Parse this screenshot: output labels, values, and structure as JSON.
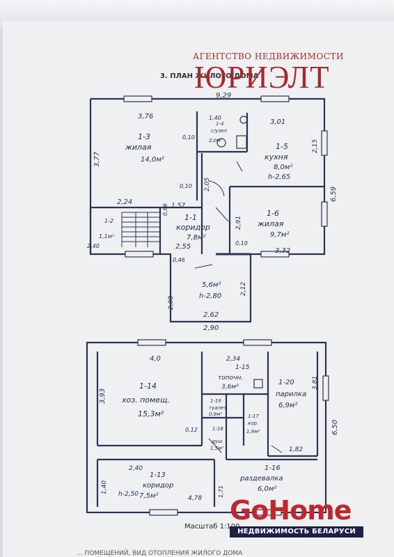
{
  "agency": {
    "subtitle": "АГЕНТСТВО НЕДВИЖИМОСТИ",
    "name": "ЮРИЭЛТ"
  },
  "plan": {
    "heading": "3. ПЛАН ЖИЛОГО ДОМА",
    "scale": "Масштаб 1:100",
    "bottom_caption": "... ПОМЕЩЕНИЙ, ВИД ОТОПЛЕНИЯ ЖИЛОГО ДОМА"
  },
  "floor1": {
    "dims": {
      "top_total": "9,29",
      "left_height": "3,77",
      "right_height": "6,59",
      "bottom_ext": "2,90",
      "bottom_ext_inner": "2,62",
      "ext_left": "2,08",
      "ext_right": "2,12",
      "d_376": "3,76",
      "d_301": "3,01",
      "d_140": "1,40",
      "d_224": "2,24",
      "d_157": "1,57",
      "d_255": "2,55",
      "d_332": "3,32",
      "d_291": "2,91",
      "d_205": "2,05",
      "d_215": "2,15",
      "d_010a": "0,10",
      "d_010b": "0,10",
      "d_010c": "0,10",
      "d_046": "0,46",
      "d_066": "0,66",
      "d_240": "2,40"
    },
    "rooms": [
      {
        "id": "1-3",
        "name": "жилая",
        "area": "14,0м²"
      },
      {
        "id": "1-5",
        "name": "кухня",
        "area": "8,0м²",
        "height": "h-2,65"
      },
      {
        "id": "1-1",
        "name": "коридор",
        "area": "7,8м²"
      },
      {
        "id": "1-6",
        "name": "жилая",
        "area": "9,7м²"
      },
      {
        "id": "",
        "name": "",
        "area": "5,6м²",
        "height": "h-2,80"
      },
      {
        "id": "1-4",
        "name": "с/узел",
        "area": "2,0м²"
      },
      {
        "id": "1-2",
        "name": "",
        "area": "1,1м²"
      }
    ]
  },
  "floor2": {
    "dims": {
      "left_height": "3,93",
      "right_height": "6,50",
      "d_40": "4,0",
      "d_234": "2,34",
      "d_240": "2,40",
      "d_478": "4,78",
      "d_182": "1,82",
      "d_140": "1,40",
      "d_012": "0,12",
      "d_081": "3,81",
      "d_171": "1,71"
    },
    "rooms": [
      {
        "id": "1-14",
        "name": "хоз. помещ.",
        "area": "15,3м²"
      },
      {
        "id": "1-15",
        "name": "топочн.",
        "area": "3,6м²"
      },
      {
        "id": "1-20",
        "name": "парилка",
        "area": "6,9м²"
      },
      {
        "id": "1-13",
        "name": "коридор",
        "area": "7,5м²",
        "height": "h-2,50"
      },
      {
        "id": "1-16",
        "name": "раздевалка",
        "area": "6,0м²"
      },
      {
        "id": "1-18",
        "name": "душ",
        "area": "1,5м²"
      },
      {
        "id": "1-17",
        "name": "кор.",
        "area": "1,9м²"
      },
      {
        "id": "1-19",
        "name": "туалет",
        "area": "0,9м²"
      }
    ]
  },
  "brand": {
    "go": "Go",
    "home": "Home",
    "tagline": "НЕДВИЖИМОСТЬ БЕЛАРУСИ"
  }
}
